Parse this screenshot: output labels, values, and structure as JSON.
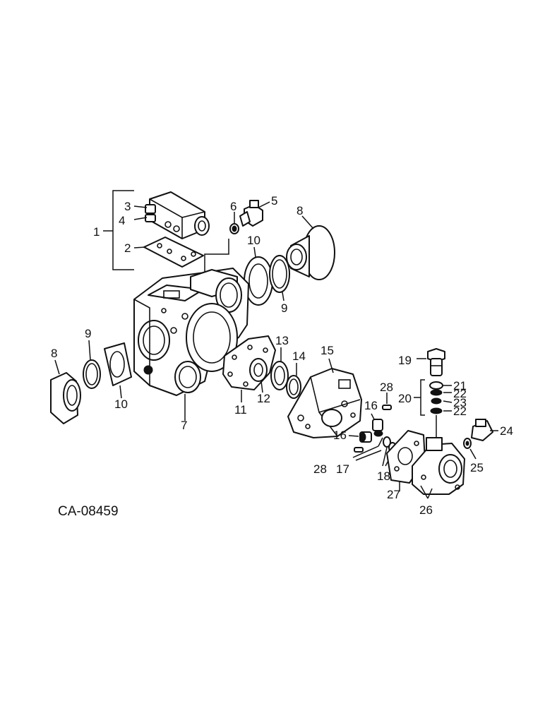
{
  "figure_code": "CA-08459",
  "callouts": {
    "c1": "1",
    "c2": "2",
    "c3": "3",
    "c4": "4",
    "c5": "5",
    "c6": "6",
    "c7": "7",
    "c8a": "8",
    "c8b": "8",
    "c9a": "9",
    "c9b": "9",
    "c10a": "10",
    "c10b": "10",
    "c11": "11",
    "c12": "12",
    "c13": "13",
    "c14": "14",
    "c15": "15",
    "c16a": "16",
    "c16b": "16",
    "c17": "17",
    "c18": "18",
    "c19": "19",
    "c20": "20",
    "c21": "21",
    "c22a": "22",
    "c22b": "22",
    "c23": "23",
    "c24": "24",
    "c25": "25",
    "c26": "26",
    "c27": "27",
    "c28a": "28",
    "c28b": "28"
  }
}
